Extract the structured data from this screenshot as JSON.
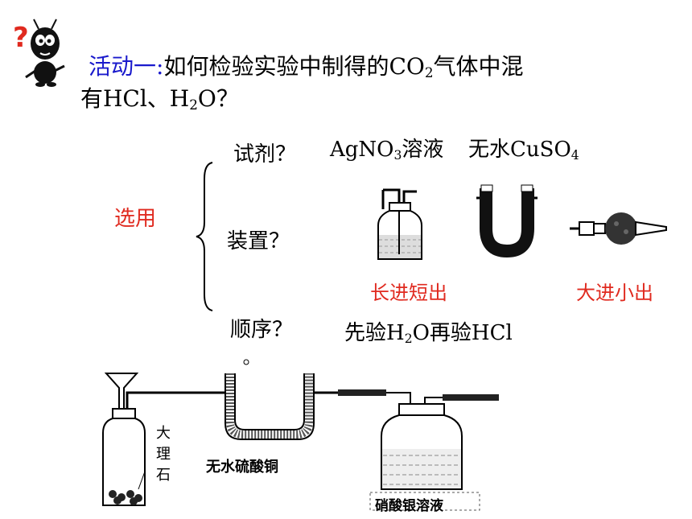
{
  "mascot_icon": "question-ant-mascot",
  "title": {
    "activity": "活动一",
    "colon": ":",
    "line1_pre": "如何检验实验中制得的CO",
    "line1_sub": "2",
    "line1_post": "气体中混",
    "line2_pre": "有HCl、H",
    "line2_sub": "2",
    "line2_post": "O？"
  },
  "selection": {
    "label": "选用",
    "reagent_q": "试剂？",
    "reagent1_pre": "AgNO",
    "reagent1_sub": "3",
    "reagent1_post": "溶液",
    "reagent2_pre": "无水CuSO",
    "reagent2_sub": "4",
    "device_q": "装置？",
    "note_left": "长进短出",
    "note_right": "大进小出",
    "order_q": "顺序？",
    "order_pre": "先验H",
    "order_sub": "2",
    "order_post": "O再验HCl"
  },
  "apparatus": {
    "marble_label": [
      "大",
      "理",
      "石"
    ],
    "cuso4_label": "无水硫酸铜",
    "agno3_label": "硝酸银溶液"
  },
  "colors": {
    "accent_blue": "#1a1acc",
    "accent_red": "#e02a1f"
  }
}
